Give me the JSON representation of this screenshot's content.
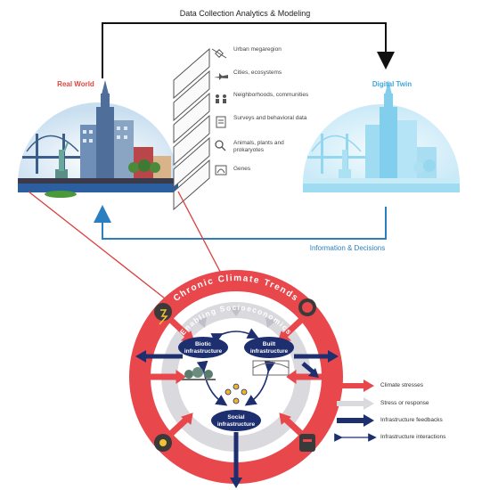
{
  "header": {
    "loop_label": "Data Collection Analytics & Modeling"
  },
  "real_world": {
    "title": "Real World"
  },
  "digital_twin": {
    "title": "Digital Twin"
  },
  "feedback": {
    "label": "Information & Decisions"
  },
  "scales": [
    {
      "label": "Urban megaregion",
      "icon": "satellite-icon"
    },
    {
      "label": "Cities, ecosystems",
      "icon": "airplane-icon"
    },
    {
      "label": "Neighborhoods, communities",
      "icon": "people-icon"
    },
    {
      "label": "Surveys and behavioral data",
      "icon": "clipboard-icon"
    },
    {
      "label": "Animals, plants and prokaryotes",
      "icon": "magnifier-icon"
    },
    {
      "label": "Genes",
      "icon": "dna-icon"
    }
  ],
  "circle": {
    "outer_ring": "Chronic Climate Trends",
    "inner_ring": "Enabling Socioeconomics",
    "nodes": {
      "biotic": "Biotic infrastructure",
      "built": "Built infrastructure",
      "social": "Social infrastructure"
    }
  },
  "legend": [
    {
      "label": "Climate stresses",
      "color": "#e8474c"
    },
    {
      "label": "Stress or response",
      "color": "#d9d9de"
    },
    {
      "label": "Infrastructure feedbacks",
      "color": "#1d2f6f"
    },
    {
      "label": "Infrastructure interactions",
      "color": "#1d2f6f"
    }
  ],
  "colors": {
    "red": "#e8474c",
    "navy": "#1d2f6f",
    "grey": "#d9d9de",
    "twin_blue": "#3aa8d8",
    "feedback_blue": "#2a7fc0"
  }
}
